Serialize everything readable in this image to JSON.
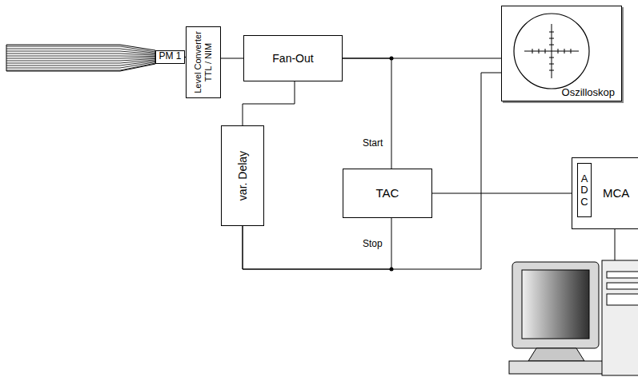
{
  "diagram": {
    "nodes": [
      {
        "text": [
          "PM 1"
        ]
      },
      {
        "text": [
          "Level Converter TTL / NIM"
        ]
      },
      {
        "text": [
          "Fan-Out"
        ]
      },
      {
        "text": [
          "Oszilloskop"
        ]
      },
      {
        "text": [
          "var. Delay"
        ]
      },
      {
        "text": [
          "TAC"
        ]
      },
      {
        "text": [
          "MCA"
        ]
      },
      {
        "text": [
          "ADC"
        ],
        "in": 6
      }
    ],
    "edges": [
      {
        "from": 0,
        "to": 1,
        "arrow": "none"
      },
      {
        "from": 1,
        "to": 2,
        "arrow": "none"
      },
      {
        "from": 2,
        "to": 3,
        "arrow": "none"
      },
      {
        "from": 2,
        "to": 5,
        "label": "Start",
        "arrow": "none"
      },
      {
        "from": 2,
        "to": 4,
        "arrow": "none"
      },
      {
        "from": 4,
        "to": 5,
        "label": "Stop",
        "arrow": "none"
      },
      {
        "from": 4,
        "to": 3,
        "arrow": "none"
      },
      {
        "from": 5,
        "to": 6,
        "arrow": "none"
      }
    ]
  }
}
